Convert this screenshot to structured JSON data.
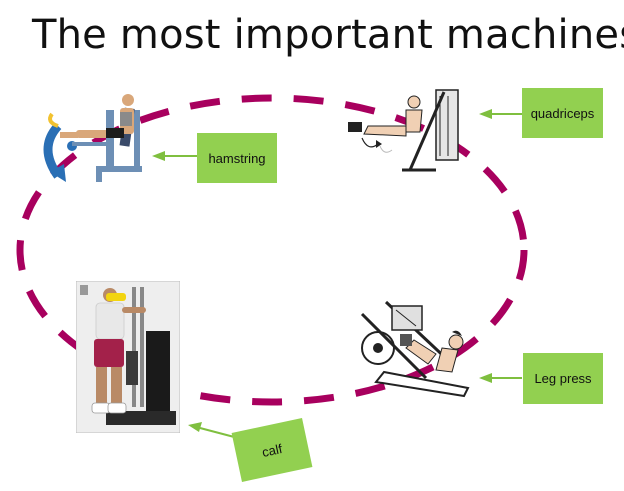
{
  "title": "The most important machines",
  "labels": {
    "hamstring": "hamstring",
    "quadriceps": "quadriceps",
    "leg_press": "Leg press",
    "calf": "calf"
  },
  "colors": {
    "ellipse": "#a8005e",
    "label_bg": "#92d050",
    "arrow": "#7fbf3f"
  },
  "icons": {
    "hamstring_machine": "leg-curl-machine-illustration",
    "quadriceps_machine": "leg-extension-machine-illustration",
    "leg_press_machine": "leg-press-machine-illustration",
    "calf_machine": "standing-calf-raise-machine-photo"
  }
}
